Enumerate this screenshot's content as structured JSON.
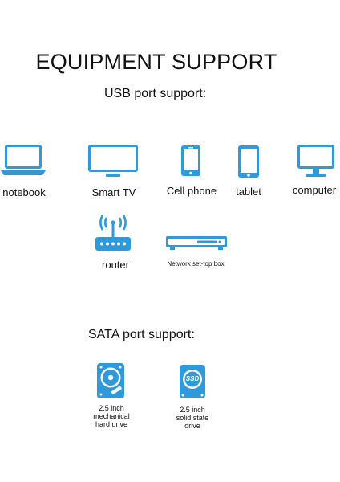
{
  "colors": {
    "accent": "#2F9ADB",
    "text": "#111111",
    "background": "#FFFFFF"
  },
  "title": "EQUIPMENT SUPPORT",
  "usb": {
    "heading": "USB port support:",
    "devices": [
      {
        "label": "notebook",
        "icon": "laptop-icon"
      },
      {
        "label": "Smart TV",
        "icon": "tv-icon"
      },
      {
        "label": "Cell phone",
        "icon": "phone-icon"
      },
      {
        "label": "tablet",
        "icon": "tablet-icon"
      },
      {
        "label": "computer",
        "icon": "monitor-icon"
      },
      {
        "label": "router",
        "icon": "router-icon"
      },
      {
        "label": "Network set-top box",
        "icon": "set-top-box-icon"
      }
    ]
  },
  "sata": {
    "heading": "SATA port support:",
    "devices": [
      {
        "label_lines": [
          "2.5 inch",
          "mechanical",
          "hard drive"
        ],
        "icon": "hard-drive-icon"
      },
      {
        "label_lines": [
          "2.5 inch",
          "solid state",
          "drive"
        ],
        "icon": "ssd-icon",
        "icon_text": "SSD"
      }
    ]
  }
}
